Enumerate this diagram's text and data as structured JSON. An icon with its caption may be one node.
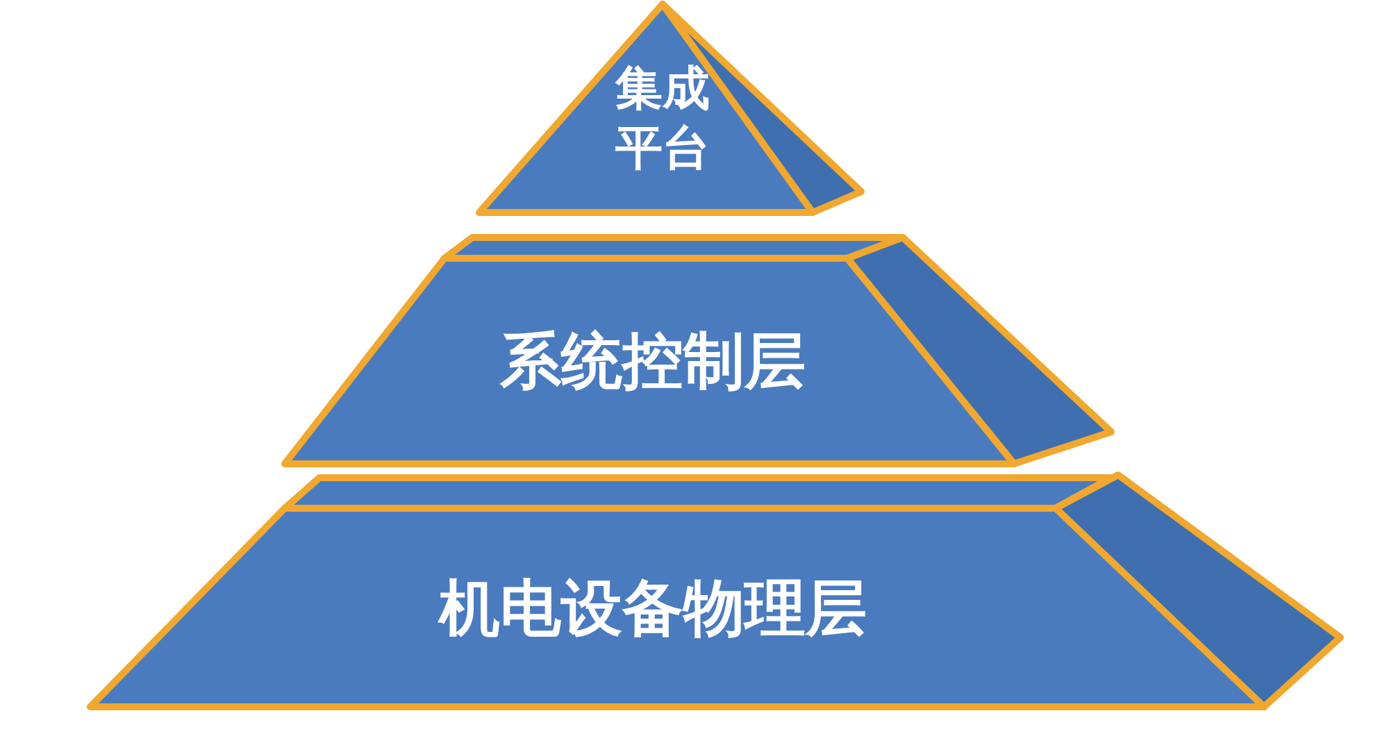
{
  "diagram": {
    "nodes": [
      {
        "text": [
          "集成平台"
        ]
      },
      {
        "text": [
          "系统控制层"
        ]
      },
      {
        "text": [
          "机电设备物理层"
        ]
      }
    ]
  }
}
